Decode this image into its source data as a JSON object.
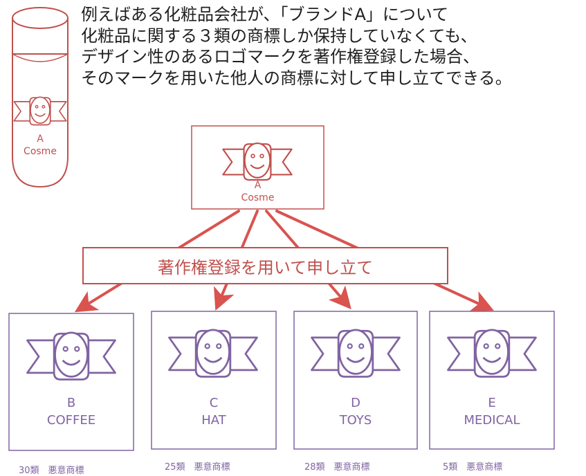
{
  "intro": {
    "lines": [
      "例えばある化粧品会社が、「ブランドA」について",
      "化粧品に関する３類の商標しか保持していなくても、",
      "デザイン性のあるロゴマークを著作権登録した場合、",
      "そのマークを用いた他人の商標に対して申し立てできる。"
    ]
  },
  "original": {
    "letter": "A",
    "name": "Cosme"
  },
  "banner": {
    "text": "著作権登録を用いて申し立て"
  },
  "companies": [
    {
      "letter": "B",
      "name": "COFFEE",
      "note": "30類　悪意商標"
    },
    {
      "letter": "C",
      "name": "HAT",
      "note": "25類　悪意商標"
    },
    {
      "letter": "D",
      "name": "TOYS",
      "note": "28類　悪意商標"
    },
    {
      "letter": "E",
      "name": "MEDICAL",
      "note": "5類　悪意商標"
    }
  ],
  "colors": {
    "original": "#c0504d",
    "infringer": "#8064a2",
    "text": "#1f1f1f"
  },
  "icons": {
    "logo": "smiley-ribbon-logo-icon",
    "product": "cosmetic-bottle-icon",
    "arrow": "arrow-icon"
  }
}
